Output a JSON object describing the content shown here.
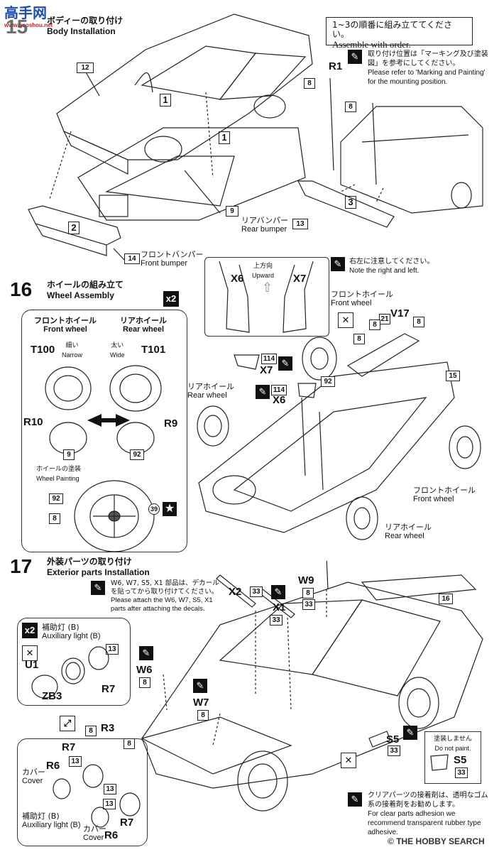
{
  "watermark_top": {
    "text": "高手网",
    "sub": "www.gaoshou.net"
  },
  "watermark_bottom": {
    "text": "THE HOBBY SEARCH",
    "mark": "©"
  },
  "step15": {
    "number": "15",
    "title_jp": "ボディーの取り付け",
    "title_en": "Body Installation",
    "order_note_jp": "1~3の順番に組み立ててください。",
    "order_note_en": "Assemble with order.",
    "marking_note_jp": "取り付け位置は「マーキング及び塗装図」を参考にしてください。",
    "marking_note_en": "Please refer to 'Marking and Painting' for the mounting position.",
    "parts": {
      "p12": "12",
      "p9": "9",
      "p13": "13",
      "p14": "14",
      "p8a": "8",
      "p8b": "8",
      "r1": "R1"
    },
    "order_marks": [
      "1",
      "1",
      "2",
      "3"
    ],
    "rear_bumper_jp": "リアバンパー",
    "rear_bumper_en": "Rear bumper",
    "front_bumper_jp": "フロントバンパー",
    "front_bumper_en": "Front bumper"
  },
  "step16": {
    "number": "16",
    "title_jp": "ホイールの組み立て",
    "title_en": "Wheel Assembly",
    "qty": "x2",
    "front_wheel_jp": "フロントホイール",
    "front_wheel_en": "Front wheel",
    "rear_wheel_jp": "リアホイール",
    "rear_wheel_en": "Rear wheel",
    "narrow_jp": "細い",
    "narrow_en": "Narrow",
    "wide_jp": "太い",
    "wide_en": "Wide",
    "parts": {
      "t100": "T100",
      "t101": "T101",
      "r10": "R10",
      "r9": "R9",
      "p9": "9",
      "p92a": "92",
      "p92b": "92",
      "p8": "8",
      "p39": "39",
      "x6a": "X6",
      "x7a": "X7",
      "x6b": "X6",
      "x7b": "X7",
      "p114a": "114",
      "p114b": "114",
      "v17": "V17",
      "p21": "21",
      "p8a": "8",
      "p8b": "8",
      "p8c": "8",
      "p15": "15",
      "p92c": "92"
    },
    "wheel_painting_jp": "ホイールの塗装",
    "wheel_painting_en": "Wheel Painting",
    "upward_jp": "上方向",
    "upward_en": "Upward",
    "lr_note_jp": "右左に注意してください。",
    "lr_note_en": "Note the right and left.",
    "labels": {
      "front_wheel_top_jp": "フロントホイール",
      "front_wheel_top_en": "Front wheel",
      "rear_wheel_left_jp": "リアホイール",
      "rear_wheel_left_en": "Rear wheel",
      "front_wheel_right_jp": "フロントホイール",
      "front_wheel_right_en": "Front wheel",
      "rear_wheel_bottom_jp": "リアホイール",
      "rear_wheel_bottom_en": "Rear wheel"
    }
  },
  "step17": {
    "number": "17",
    "title_jp": "外装パーツの取り付け",
    "title_en": "Exterior parts Installation",
    "decal_note_jp": "W6, W7, S5, X1 部品は、デカールを貼ってから取り付けてください。",
    "decal_note_en": "Please attach the W6, W7, S5, X1 parts after attaching the decals.",
    "qty": "x2",
    "aux_light_jp": "補助灯 (B)",
    "aux_light_en": "Auxiliary light (B)",
    "cover_jp": "カバー",
    "cover_en": "Cover",
    "aux_light2_jp": "補助灯 (B)",
    "aux_light2_en": "Auxiliary light (B)",
    "cover2_jp": "カバー",
    "cover2_en": "Cover",
    "no_paint_jp": "塗装しません",
    "no_paint_en": "Do not paint.",
    "clear_note_jp": "クリアパーツの接着剤は、透明なゴム系の接着剤をお勧めします。",
    "clear_note_en": "For clear parts adhesion we recommend transparent rubber type adhesive.",
    "parts": {
      "x2": "X2",
      "x1": "X1",
      "w9": "W9",
      "w6": "W6",
      "w7": "W7",
      "p16": "16",
      "u1": "U1",
      "zb3": "ZB3",
      "r7a": "R7",
      "r7b": "R7",
      "r7c": "R7",
      "r3": "R3",
      "r6a": "R6",
      "r6b": "R6",
      "s5a": "S5",
      "s5b": "S5",
      "p33a": "33",
      "p33b": "33",
      "p33c": "33",
      "p33d": "33",
      "p33e": "33",
      "p8a": "8",
      "p8b": "8",
      "p8c": "8",
      "p8d": "8",
      "p8e": "8",
      "p13a": "13",
      "p13b": "13",
      "p13c": "13",
      "p13d": "13"
    }
  }
}
